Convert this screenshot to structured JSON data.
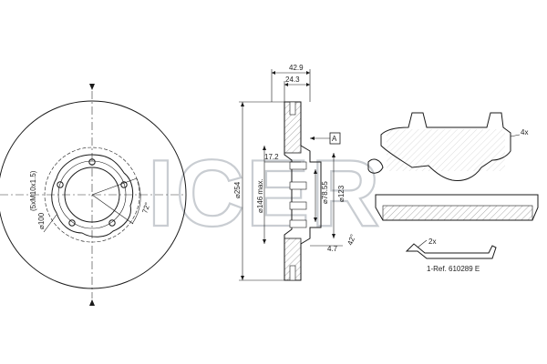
{
  "watermark": {
    "text": "ICER"
  },
  "disc_front": {
    "bolt_pattern_label": "(5xM10x1.5)",
    "pcd_label": "⌀100",
    "angle_label": "72°"
  },
  "disc_section": {
    "width_overall": "42.9",
    "width_inner": "24.3",
    "hub_thickness": "17.2",
    "diameter_outer": "⌀254",
    "diameter_friction": "⌀146 max.",
    "diameter_center": "⌀78.55",
    "diameter_hub": "⌀123",
    "min_thickness": "4.7",
    "groove_angle": "42°",
    "datum_label": "A"
  },
  "brake_pad": {
    "quantity": "4x"
  },
  "clip": {
    "quantity": "2x",
    "reference": "1-Ref. 610289 E"
  }
}
